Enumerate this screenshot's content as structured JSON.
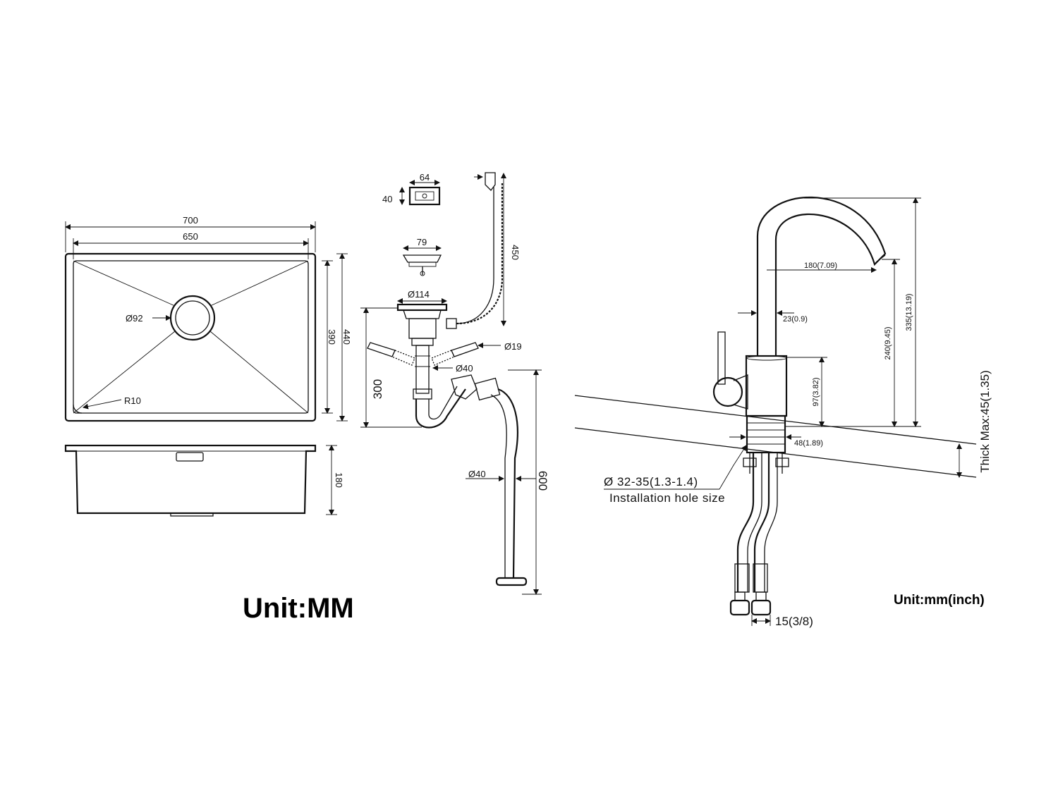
{
  "sink_top": {
    "outer_width": "700",
    "inner_width": "650",
    "drain_diameter": "Ø92",
    "corner_radius": "R10",
    "inner_depth": "390",
    "outer_depth": "440"
  },
  "sink_side": {
    "height": "180"
  },
  "drain_kit": {
    "overflow_width": "64",
    "overflow_height": "40",
    "basket_diameter": "79",
    "flange_diameter": "Ø114",
    "overflow_hose_length": "450",
    "side_inlet_diameter": "Ø19",
    "trap_diameter": "Ø40",
    "trap_height": "300",
    "outlet_diameter": "Ø40",
    "outlet_hose_length": "600"
  },
  "faucet": {
    "reach": "180(7.09)",
    "spout_diameter": "23(0.9)",
    "spout_height": "240(9.45)",
    "total_height": "335(13.19)",
    "body_height": "97(3.82)",
    "base_diameter": "48(1.89)",
    "thick_max": "Thick Max:45(1.35)",
    "hole_size": "Ø 32-35(1.3-1.4)",
    "hole_label": "Installation hole size",
    "hose_connector": "15(3/8)"
  },
  "units": {
    "left": "Unit:MM",
    "right": "Unit:mm(inch)"
  }
}
